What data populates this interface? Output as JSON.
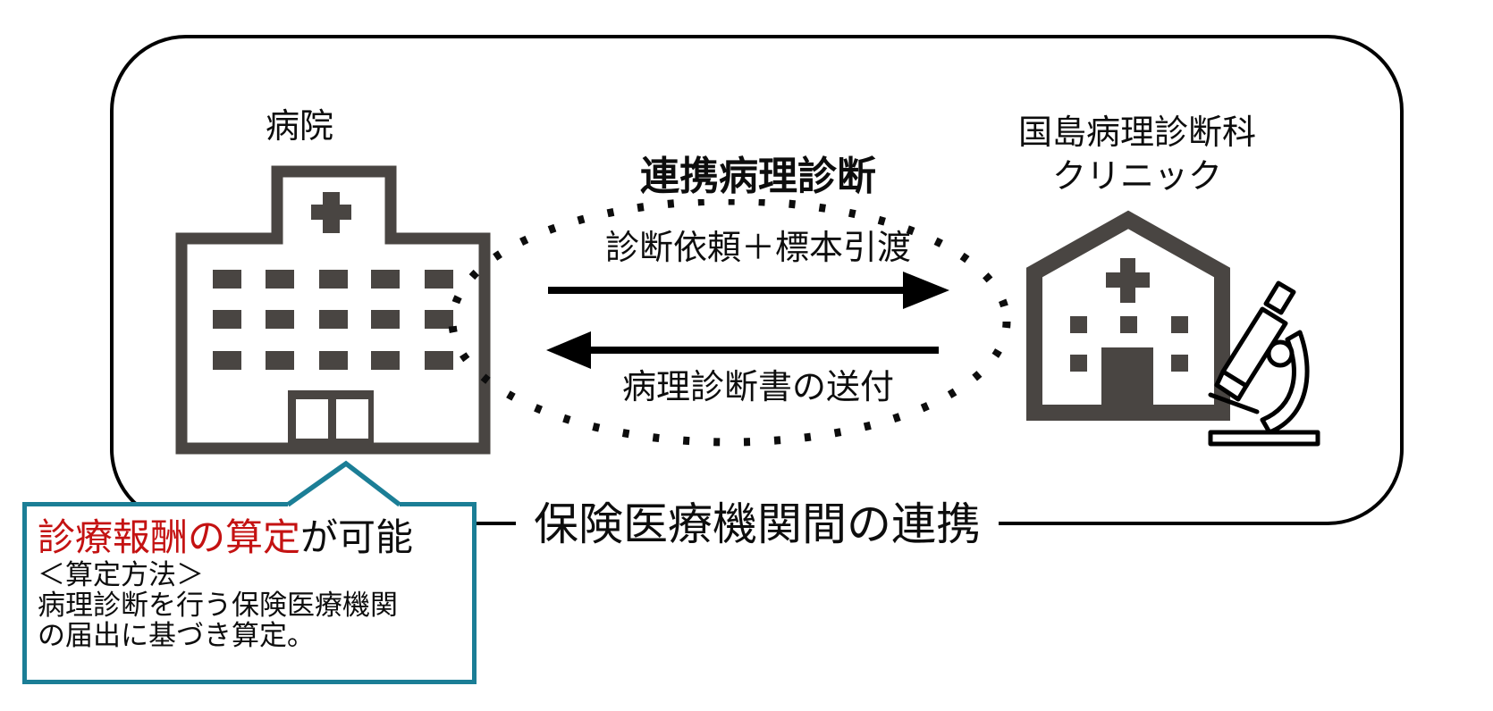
{
  "frame": {
    "caption": "保険医療機関間の連携"
  },
  "hospital": {
    "label": "病院"
  },
  "clinic": {
    "label_line1": "国島病理診断科",
    "label_line2": "クリニック"
  },
  "flow": {
    "title": "連携病理診断",
    "request_label": "診断依頼＋標本引渡",
    "report_label": "病理診断書の送付"
  },
  "callout": {
    "highlight": "診療報酬の算定",
    "suffix": "が可能",
    "method_header": "＜算定方法＞",
    "method_line1": "病理診断を行う保険医療機関",
    "method_line2": "の届出に基づき算定。"
  },
  "colors": {
    "accent_teal": "#1b7e96",
    "highlight_red": "#c41212",
    "icon_gray": "#494542",
    "line_black": "#000000"
  },
  "icons": {
    "hospital-icon": "svg building with cross and windows",
    "clinic-icon": "svg house with cross and door",
    "microscope-icon": "svg outlined microscope",
    "dotted-ellipse": "svg dotted oval",
    "arrow-right-icon": "css solid right arrow",
    "arrow-left-icon": "css solid left arrow",
    "callout-pointer-icon": "svg teal upward pointer"
  }
}
